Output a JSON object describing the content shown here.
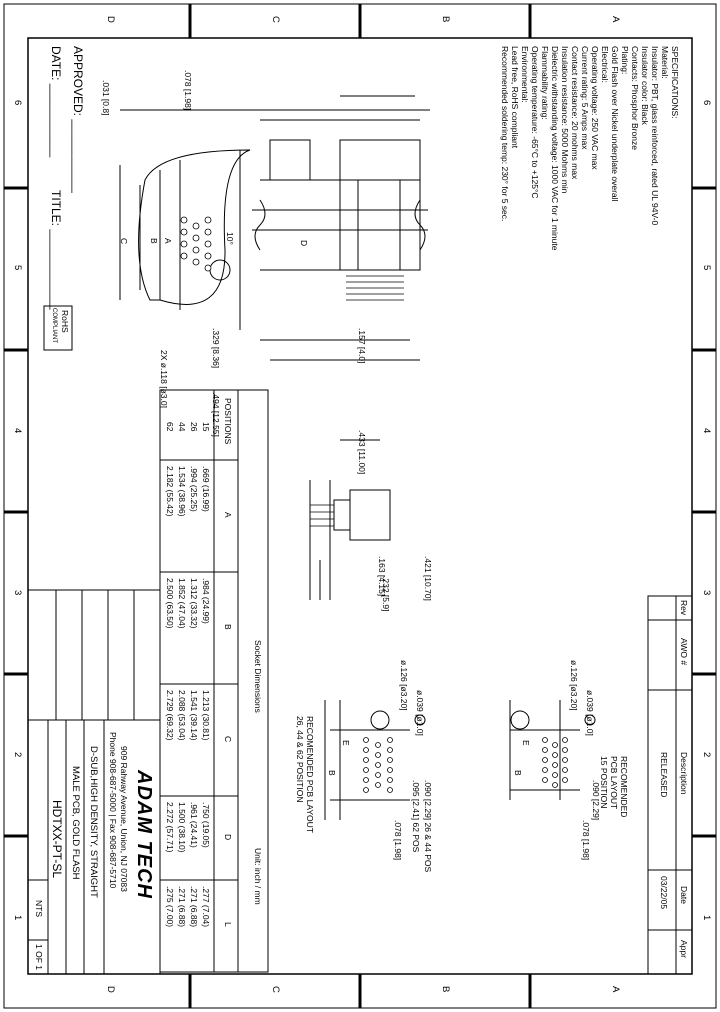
{
  "border": {
    "zones_top": [
      "6",
      "5",
      "4",
      "3",
      "2",
      "1"
    ],
    "zones_side": [
      "A",
      "B",
      "C",
      "D"
    ]
  },
  "header": {
    "approved_label": "APPROVED: ___________",
    "date_label": "DATE: ___________",
    "title_label": "TITLE: ____________"
  },
  "revision": {
    "columns": [
      "Rev",
      "AWO #",
      "Description",
      "Date",
      "Appr"
    ],
    "row": {
      "rev": "",
      "awo": "",
      "description": "RELEASED",
      "date": "03/22/05",
      "appr": ""
    }
  },
  "specifications": {
    "heading": "SPECIFICATIONS:",
    "lines": [
      "Material:",
      "Insulator: PBT, glass reinforced, rated UL 94V-0",
      "Insulator color: Black",
      "Contacts: Phosphor Bronze",
      "Plating:",
      "Gold Flash over Nickel underplate overall",
      "Electrical:",
      "Operating voltage: 250 VAC max",
      "Current rating: 5 Amps max",
      "Contact resistance: 20 mohms max",
      "Insulation resistance: 5000 Mohms min",
      "Dielectric withstanding voltage: 1000 VAC for 1 minute",
      "Flammability rating:",
      "Operating temperature: -65°C to +125°C",
      "Environmental:",
      "Lead free, RoHS compliant",
      "Recommended soldering temp: 230° for 5 sec."
    ],
    "rohs_line1": "RoHS",
    "rohs_line2": "COMPLIANT"
  },
  "dimensions": {
    "d031": ".031 [0.8]",
    "d078": ".078 [1.98]",
    "d10": "10°",
    "dD": "D",
    "dA": "A",
    "dB": "B",
    "dC": "C",
    "d157": ".157 [4.0]",
    "d329": ".329 [8.36]",
    "d494": ".494 [12.55]",
    "d2x": "2X ø.118 [ø3.0]",
    "d433": ".433 [11.00]",
    "d421": ".421 [10.70]",
    "d163": ".163 [4.15]",
    "d232": ".232 [5.9]"
  },
  "socket_table": {
    "title": "Socket Dimensions",
    "units": "Unit: inch / mm",
    "headers": [
      "POSITIONS",
      "A",
      "B",
      "C",
      "D",
      "L"
    ],
    "rows": [
      {
        "pos": "15",
        "A": ".669 (16.99)",
        "B": ".984 (24.99)",
        "C": "1.213 (30.81)",
        "D": ".750 (19.05)",
        "L": ".277 (7.04)"
      },
      {
        "pos": "26",
        "A": ".994 (25.25)",
        "B": "1.312 (33.32)",
        "C": "1.541 (39.14)",
        "D": ".961 (24.41)",
        "L": ".271 (6.88)"
      },
      {
        "pos": "44",
        "A": "1.534 (38.96)",
        "B": "1.852 (47.04)",
        "C": "2.088 (53.04)",
        "D": "1.500 (38.10)",
        "L": ".271 (6.88)"
      },
      {
        "pos": "62",
        "A": "2.182 (55.42)",
        "B": "2.500 (63.50)",
        "C": "2.729 (69.32)",
        "D": "2.272 (57.71)",
        "L": ".275 (7.00)"
      }
    ]
  },
  "pcb15": {
    "title1": "RECOMENDED",
    "title2": "PCB LAYOUT",
    "title3": "15 POSITION",
    "d039": "ø.039 [ø1.0]",
    "d126": "ø.126 [ø3.20]",
    "d090": ".090 [2.29]",
    "d078": ".078 [1.98]",
    "dE": "E",
    "dB": "B"
  },
  "pcb_multi": {
    "title1": "RECOMENDED PCB LAYOUT",
    "title2": "26, 44 & 62 POSITION",
    "d039": "ø.039 [ø1.0]",
    "d126": "ø.126 [ø3.20]",
    "d090": ".090 [2.29]  26 & 44 POS",
    "d095": ".095 [2.41]  62 POS",
    "d078": ".078 [1.98]",
    "dE": "E",
    "dB": "B"
  },
  "title_block": {
    "brand": "ADAM TECH",
    "address": "909 Rahway Avenue, Union, NJ 07083",
    "phone": "Phone 908-687-5000 | Fax 908-687-5710",
    "desc1": "D-SUB,HIGH DENSITY, STRAIGHT",
    "desc2": "MALE PCB, GOLD FLASH",
    "part_no": "HDTXX-PT-SL",
    "scale": "NTS",
    "sheet": "1 OF 1"
  },
  "colors": {
    "line": "#000000",
    "paper": "#ffffff"
  }
}
